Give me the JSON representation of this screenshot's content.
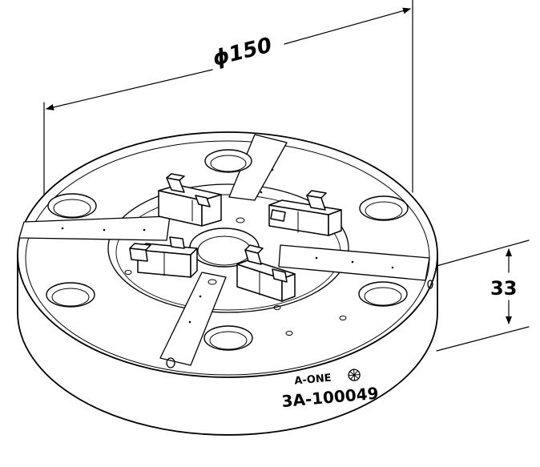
{
  "drawing": {
    "diameter_label": "ϕ150",
    "height_label": "33",
    "brand": "A-ONE",
    "part_number": "3A-100049",
    "colors": {
      "line": "#000000",
      "background": "#ffffff"
    }
  }
}
